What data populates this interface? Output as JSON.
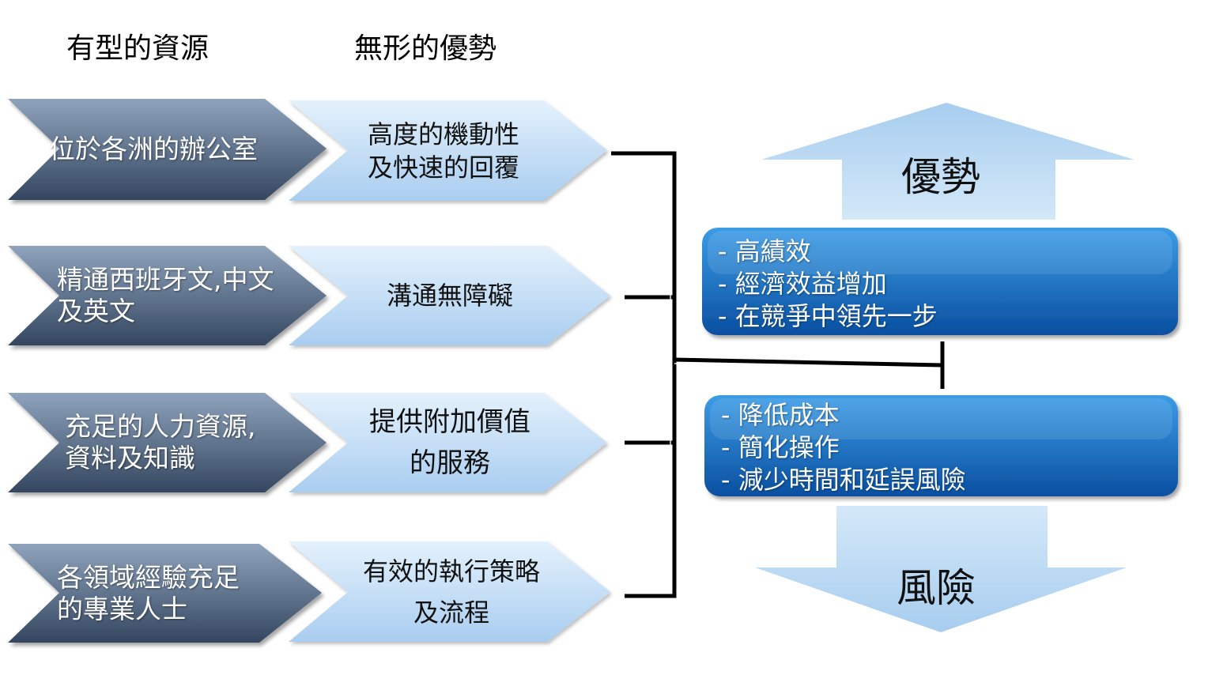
{
  "headers": {
    "tangible": "有型的資源",
    "intangible": "無形的優勢"
  },
  "tangible_items": [
    {
      "lines": [
        "位於各洲的辦公室"
      ]
    },
    {
      "lines": [
        "精通西班牙文,中文",
        "及英文"
      ]
    },
    {
      "lines": [
        "充足的人力資源,",
        "資料及知識"
      ]
    },
    {
      "lines": [
        "各領域經驗充足",
        "的專業人士"
      ]
    }
  ],
  "intangible_items": [
    {
      "lines": [
        "高度的機動性",
        "及快速的回覆"
      ]
    },
    {
      "lines": [
        "溝通無障礙"
      ]
    },
    {
      "lines": [
        "提供附加價值",
        "的服務"
      ]
    },
    {
      "lines": [
        "有效的執行策略",
        "及流程"
      ]
    }
  ],
  "advantages": {
    "label": "優勢",
    "items": [
      "- 高績效",
      "- 經濟效益增加",
      "- 在競爭中領先一步"
    ]
  },
  "risks": {
    "label": "風險",
    "items": [
      "- 降低成本",
      "- 簡化操作",
      "- 減少時間和延誤風險"
    ]
  },
  "colors": {
    "dark_chevron_top": "#8fa3bd",
    "dark_chevron_bottom": "#34465f",
    "light_chevron_top": "#e4f1fc",
    "light_chevron_bottom": "#a9cdf0",
    "blue_box_top": "#3c9ce6",
    "blue_box_bottom": "#0a4fa0",
    "arrow_light": "#d4e8f8",
    "arrow_dark": "#a7cdef"
  }
}
